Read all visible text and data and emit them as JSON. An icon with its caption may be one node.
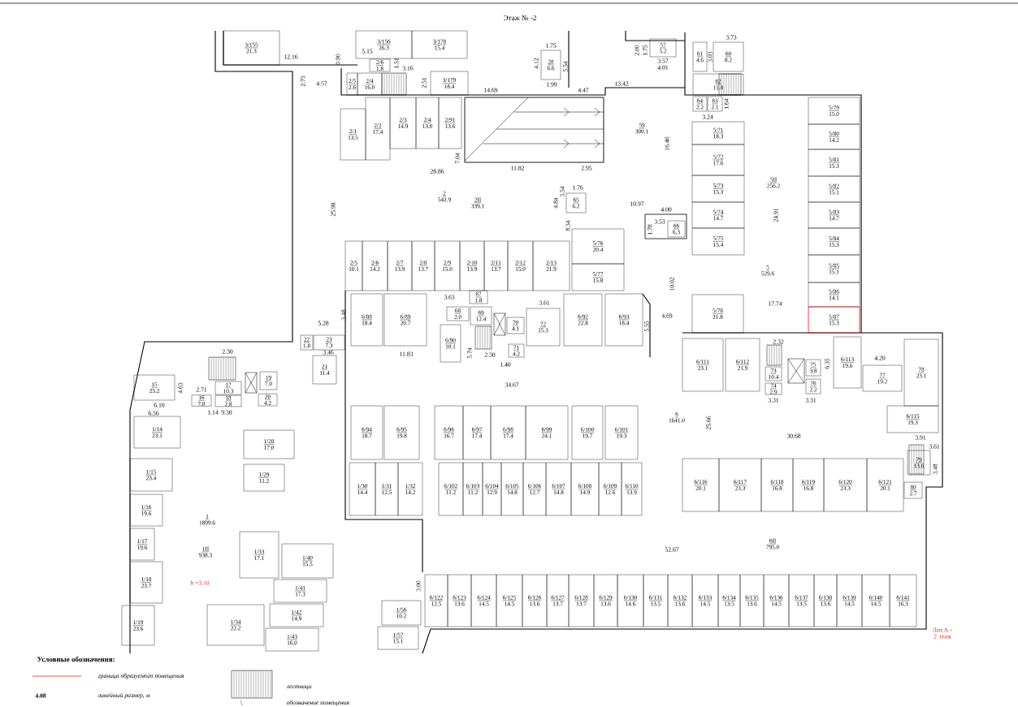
{
  "diagram": {
    "title": "Этаж № -2",
    "nodes": [
      {
        "text": [
          "3/155",
          "21.3"
        ]
      },
      {
        "text": [
          "3/156",
          "26.3"
        ]
      },
      {
        "text": [
          "3/178",
          "15.4"
        ]
      },
      {
        "text": [
          "2/6",
          "1.8"
        ]
      },
      {
        "text": [
          "2/5",
          "2.6"
        ]
      },
      {
        "text": [
          "2/4",
          "16.0"
        ]
      },
      {
        "text": [
          "3/179",
          "18.4"
        ]
      },
      {
        "text": [
          "28",
          "6.6"
        ]
      },
      {
        "text": [
          "57",
          "5.2"
        ]
      },
      {
        "text": [
          "61",
          "4.6"
        ]
      },
      {
        "text": [
          "60",
          "8.2"
        ]
      },
      {
        "text": [
          "62",
          "11.8"
        ]
      },
      {
        "text": [
          "64",
          "2.2"
        ]
      },
      {
        "text": [
          "63",
          "2.1"
        ]
      },
      {
        "text": [
          "2/1",
          "13.5"
        ]
      },
      {
        "text": [
          "2/2",
          "17.4"
        ]
      },
      {
        "text": [
          "2/3",
          "14.9"
        ]
      },
      {
        "text": [
          "2/4",
          "13.0"
        ]
      },
      {
        "text": [
          "2/91",
          "13.6"
        ]
      },
      {
        "text": [
          "5/79",
          "15.0"
        ]
      },
      {
        "text": [
          "5/80",
          "14.2"
        ]
      },
      {
        "text": [
          "5/81",
          "15.3"
        ]
      },
      {
        "text": [
          "5/82",
          "15.1"
        ]
      },
      {
        "text": [
          "5/83",
          "14.7"
        ]
      },
      {
        "text": [
          "5/84",
          "15.3"
        ]
      },
      {
        "text": [
          "5/85",
          "15.1"
        ]
      },
      {
        "text": [
          "5/86",
          "14.1"
        ]
      },
      {
        "text": [
          "5/87",
          "15.3"
        ]
      },
      {
        "text": [
          "5/71",
          "18.3"
        ]
      },
      {
        "text": [
          "5/72",
          "17.6"
        ]
      },
      {
        "text": [
          "5/73",
          "15.3"
        ]
      },
      {
        "text": [
          "5/74",
          "14.7"
        ]
      },
      {
        "text": [
          "5/75",
          "15.4"
        ]
      },
      {
        "text": [
          "59",
          "300.1"
        ]
      },
      {
        "text": [
          "2",
          "542.9"
        ]
      },
      {
        "text": [
          "2II",
          "339.1"
        ]
      },
      {
        "text": [
          "5II",
          "256.2"
        ]
      },
      {
        "text": [
          "5",
          "529.6"
        ]
      },
      {
        "text": [
          "65",
          "6.2"
        ]
      },
      {
        "text": [
          "66",
          "6.3"
        ]
      },
      {
        "text": [
          "2/5",
          "10.1"
        ]
      },
      {
        "text": [
          "2/6",
          "14.2"
        ]
      },
      {
        "text": [
          "2/7",
          "13.9"
        ]
      },
      {
        "text": [
          "2/8",
          "13.7"
        ]
      },
      {
        "text": [
          "2/9",
          "15.0"
        ]
      },
      {
        "text": [
          "2/10",
          "13.9"
        ]
      },
      {
        "text": [
          "2/11",
          "13.7"
        ]
      },
      {
        "text": [
          "2/12",
          "15.0"
        ]
      },
      {
        "text": [
          "2/13",
          "21.9"
        ]
      },
      {
        "text": [
          "5/76",
          "20.4"
        ]
      },
      {
        "text": [
          "5/77",
          "15.8"
        ]
      },
      {
        "text": [
          "5/78",
          "21.8"
        ]
      },
      {
        "text": [
          "6/88",
          "18.4"
        ]
      },
      {
        "text": [
          "6/89",
          "20.7"
        ]
      },
      {
        "text": [
          "67",
          "1.8"
        ]
      },
      {
        "text": [
          "68",
          "2.0"
        ]
      },
      {
        "text": [
          "69",
          "12.4"
        ]
      },
      {
        "text": [
          "6/90",
          "10.1"
        ]
      },
      {
        "text": [
          "70",
          "4.1"
        ]
      },
      {
        "text": [
          "71",
          "4.2"
        ]
      },
      {
        "text": [
          "72",
          "25.3"
        ]
      },
      {
        "text": [
          "6/92",
          "22.8"
        ]
      },
      {
        "text": [
          "6/93",
          "18.4"
        ]
      },
      {
        "text": [
          "22",
          "1.8"
        ]
      },
      {
        "text": [
          "23",
          "7.3"
        ]
      },
      {
        "text": [
          "21",
          "11.4"
        ]
      },
      {
        "text": [
          "6/111",
          "23.1"
        ]
      },
      {
        "text": [
          "6/112",
          "21.9"
        ]
      },
      {
        "text": [
          "73",
          "10.4"
        ]
      },
      {
        "text": [
          "74",
          "2.9"
        ]
      },
      {
        "text": [
          "75",
          "3.8"
        ]
      },
      {
        "text": [
          "76",
          "2.2"
        ]
      },
      {
        "text": [
          "6/113",
          "19.6"
        ]
      },
      {
        "text": [
          "77",
          "19.2"
        ]
      },
      {
        "text": [
          "78",
          "23.1"
        ]
      },
      {
        "text": [
          "15",
          "25.2"
        ]
      },
      {
        "text": [
          "16",
          "7.0"
        ]
      },
      {
        "text": [
          "17",
          "10.3"
        ]
      },
      {
        "text": [
          "18",
          "2.8"
        ]
      },
      {
        "text": [
          "19",
          "7.0"
        ]
      },
      {
        "text": [
          "20",
          "4.2"
        ]
      },
      {
        "text": [
          "6",
          "1641.0"
        ]
      },
      {
        "text": [
          "6/115",
          "19.3"
        ]
      },
      {
        "text": [
          "79",
          "13.6"
        ]
      },
      {
        "text": [
          "80",
          "2.7"
        ]
      },
      {
        "text": [
          "1/14",
          "23.1"
        ]
      },
      {
        "text": [
          "1/28",
          "17.0"
        ]
      },
      {
        "text": [
          "1/15",
          "23.4"
        ]
      },
      {
        "text": [
          "1/29",
          "11.2"
        ]
      },
      {
        "text": [
          "1/16",
          "19.6"
        ]
      },
      {
        "text": [
          "1/17",
          "19.6"
        ]
      },
      {
        "text": [
          "1/18",
          "23.7"
        ]
      },
      {
        "text": [
          "1/19",
          "23.6"
        ]
      },
      {
        "text": [
          "6/94",
          "18.7"
        ]
      },
      {
        "text": [
          "6/95",
          "19.8"
        ]
      },
      {
        "text": [
          "6/96",
          "16.7"
        ]
      },
      {
        "text": [
          "6/97",
          "17.4"
        ]
      },
      {
        "text": [
          "6/98",
          "17.4"
        ]
      },
      {
        "text": [
          "6/99",
          "24.1"
        ]
      },
      {
        "text": [
          "6/100",
          "19.7"
        ]
      },
      {
        "text": [
          "6/101",
          "19.3"
        ]
      },
      {
        "text": [
          "6/116",
          "20.1"
        ]
      },
      {
        "text": [
          "6/117",
          "23.3"
        ]
      },
      {
        "text": [
          "6/118",
          "16.8"
        ]
      },
      {
        "text": [
          "6/119",
          "16.8"
        ]
      },
      {
        "text": [
          "6/120",
          "23.3"
        ]
      },
      {
        "text": [
          "6/121",
          "20.1"
        ]
      },
      {
        "text": [
          "1/30",
          "14.4"
        ]
      },
      {
        "text": [
          "1/31",
          "12.5"
        ]
      },
      {
        "text": [
          "1/32",
          "14.2"
        ]
      },
      {
        "text": [
          "6/102",
          "11.2"
        ]
      },
      {
        "text": [
          "6/103",
          "11.2"
        ]
      },
      {
        "text": [
          "6/104",
          "12.9"
        ]
      },
      {
        "text": [
          "6/105",
          "14.8"
        ]
      },
      {
        "text": [
          "6/106",
          "12.7"
        ]
      },
      {
        "text": [
          "6/107",
          "14.8"
        ]
      },
      {
        "text": [
          "6/108",
          "14.9"
        ]
      },
      {
        "text": [
          "6/109",
          "12.6"
        ]
      },
      {
        "text": [
          "6/110",
          "13.9"
        ]
      },
      {
        "text": [
          "1",
          "1899.6"
        ]
      },
      {
        "text": [
          "1II",
          "938.3"
        ]
      },
      {
        "text": [
          "6II",
          "795.0"
        ]
      },
      {
        "text": [
          "1/33",
          "17.1"
        ]
      },
      {
        "text": [
          "1/40",
          "15.5"
        ]
      },
      {
        "text": [
          "1/41",
          "17.3"
        ]
      },
      {
        "text": [
          "1/42",
          "14.9"
        ]
      },
      {
        "text": [
          "1/43",
          "16.0"
        ]
      },
      {
        "text": [
          "1/34",
          "22.2"
        ]
      },
      {
        "text": [
          "1/56",
          "10.2"
        ]
      },
      {
        "text": [
          "1/57",
          "15.1"
        ]
      },
      {
        "text": [
          "6/122",
          "12.5"
        ]
      },
      {
        "text": [
          "6/123",
          "13.6"
        ]
      },
      {
        "text": [
          "6/124",
          "14.5"
        ]
      },
      {
        "text": [
          "6/125",
          "14.5"
        ]
      },
      {
        "text": [
          "6/126",
          "13.6"
        ]
      },
      {
        "text": [
          "6/127",
          "13.7"
        ]
      },
      {
        "text": [
          "6/128",
          "13.7"
        ]
      },
      {
        "text": [
          "6/129",
          "13.6"
        ]
      },
      {
        "text": [
          "6/130",
          "14.6"
        ]
      },
      {
        "text": [
          "6/131",
          "13.5"
        ]
      },
      {
        "text": [
          "6/132",
          "13.6"
        ]
      },
      {
        "text": [
          "6/133",
          "14.5"
        ]
      },
      {
        "text": [
          "6/134",
          "13.5"
        ]
      },
      {
        "text": [
          "6/135",
          "13.6"
        ]
      },
      {
        "text": [
          "6/136",
          "14.5"
        ]
      },
      {
        "text": [
          "6/137",
          "13.5"
        ]
      },
      {
        "text": [
          "6/138",
          "13.6"
        ]
      },
      {
        "text": [
          "6/139",
          "14.5"
        ]
      },
      {
        "text": [
          "6/140",
          "14.5"
        ]
      },
      {
        "text": [
          "6/141",
          "16.3"
        ]
      }
    ],
    "labels": [
      "12.16",
      "5.15",
      "0.90",
      "1.51",
      "2.73",
      "4.57",
      "3.16",
      "2.51",
      "14.69",
      "1.75",
      "4.12",
      "5.54",
      "1.99",
      "4.47",
      "13.42",
      "2.00",
      "1.75",
      "3.57",
      "4.01",
      "3.03",
      "3.73",
      "1.64",
      "3.24",
      "16.46",
      "7.04",
      "11.82",
      "2.95",
      "28.86",
      "1.76",
      "3.54",
      "4.84",
      "25.98",
      "10.97",
      "4.00",
      "3.53",
      "1.78",
      "24.91",
      "8.34",
      "3.63",
      "3.61",
      "5.28",
      "3.48",
      "10.02",
      "17.74",
      "4.69",
      "5.55",
      "3.46",
      "11.83",
      "5.74",
      "2.30",
      "1.40",
      "2.30",
      "2.32",
      "4.20",
      "6.35",
      "4.63",
      "2.71",
      "34.67",
      "3.31",
      "3.31",
      "6.10",
      "6.56",
      "1.14",
      "9.30",
      "25.66",
      "30.68",
      "3.91",
      "3.61",
      "3.48",
      "52.67",
      "h =3.10",
      "3.00",
      "Лит.А - 2 этаж",
      "Условные обозначения:",
      "4.08"
    ],
    "legend": [
      {
        "text": "граница образуемого помещения"
      },
      {
        "text": "линейный размер, м"
      },
      {
        "text": "лестница"
      },
      {
        "text": "обозначение помещения"
      }
    ]
  }
}
